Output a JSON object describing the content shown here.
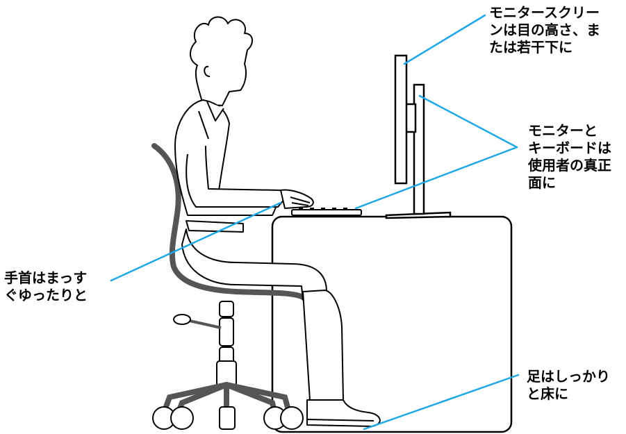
{
  "labels": {
    "monitor_height": [
      "モニタースクリー",
      "ンは目の高さ、ま",
      "たは若干下に"
    ],
    "facing": [
      "モニターと",
      "キーボードは",
      "使用者の真正",
      "面に"
    ],
    "wrists": [
      "手首はまっす",
      "ぐゆったりと"
    ],
    "feet": [
      "足はしっかり",
      "と床に"
    ]
  },
  "colors": {
    "callout_line": "#1ea7e8",
    "outline": "#000000",
    "chair": "#555555"
  },
  "icons": [
    "person-figure",
    "office-chair",
    "desk",
    "monitor",
    "keyboard"
  ]
}
